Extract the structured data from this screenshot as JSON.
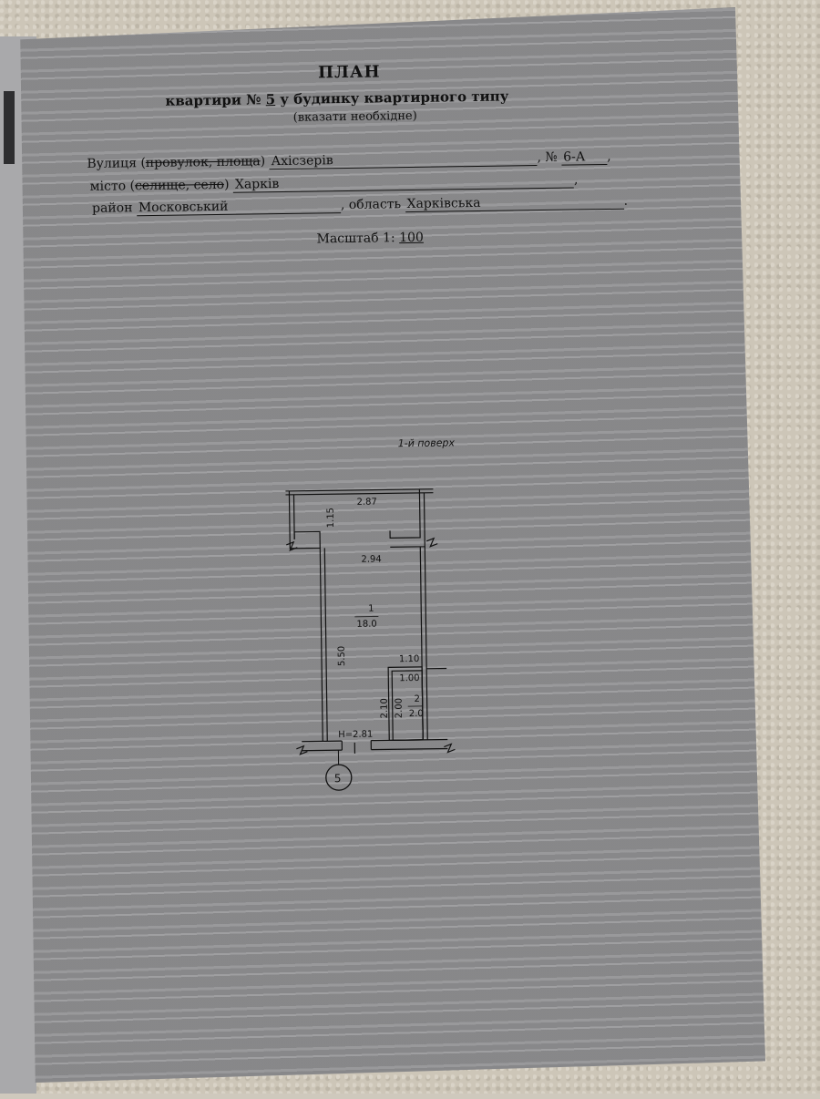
{
  "document": {
    "title": "ПЛАН",
    "subtitle_before": "квартири №",
    "apartment_number": "5",
    "subtitle_after": "у будинку квартирного типу",
    "note": "(вказати необхідне)",
    "street_label_1": "Вулиця (",
    "street_label_strike_1": "провулок, площа",
    "street_label_2": ")",
    "street_value": "Ахісзерів",
    "house_label": ", №",
    "house_number": "6-А",
    "city_label_1": "місто (",
    "city_label_strike": "селище, село",
    "city_label_2": ")",
    "city_value": "Харків",
    "district_label": "район",
    "district_value": "Московський",
    "region_label": ", область",
    "region_value": "Харківська",
    "scale_label": "Масштаб 1:",
    "scale_value": "100"
  },
  "plan": {
    "floor_label": "1-й поверх",
    "room1_number": "1",
    "room1_area": "18.0",
    "room2_number": "2",
    "room2_area": "2.0",
    "dims": {
      "top_width": "2.87",
      "vestibule_depth": "1.15",
      "room_width": "2.94",
      "room_length": "5.50",
      "bath_width_outer": "1.10",
      "bath_width_inner": "1.00",
      "bath_length_outer": "2.10",
      "bath_length_inner": "2.00",
      "height": "H=2.81"
    },
    "unit_marker": "5"
  }
}
